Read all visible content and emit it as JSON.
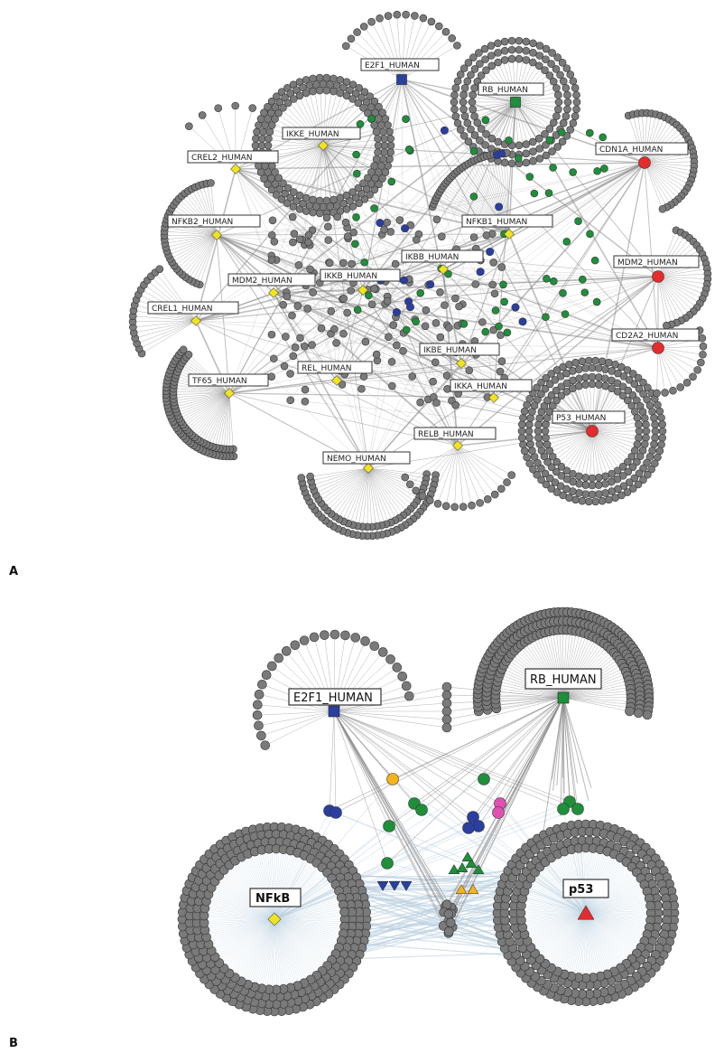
{
  "panel_a": {
    "letter": "A",
    "labels": {
      "e2f1": "E2F1_HUMAN",
      "rb": "RB_HUMAN",
      "ikke": "IKKE_HUMAN",
      "crel2": "CREL2_HUMAN",
      "cdn1a": "CDN1A_HUMAN",
      "nfkb2": "NFKB2_HUMAN",
      "nfkb1": "NFKB1_HUMAN",
      "ikbb": "IKBB_HUMAN",
      "mdm2_left": "MDM2_HUMAN",
      "ikkb": "IKKB_HUMAN",
      "mdm2_right": "MDM2_HUMAN",
      "crel1": "CREL1_HUMAN",
      "cd2a2": "CD2A2_HUMAN",
      "ikbe": "IKBE_HUMAN",
      "rel": "REL_HUMAN",
      "tf65": "TF65_HUMAN",
      "ikka": "IKKA_HUMAN",
      "p53": "P53_HUMAN",
      "relb": "RELB_HUMAN",
      "nemo": "NEMO_HUMAN"
    }
  },
  "panel_b": {
    "letter": "B",
    "labels": {
      "e2f1": "E2F1_HUMAN",
      "rb": "RB_HUMAN",
      "nfkb": "NFkB",
      "p53": "p53"
    }
  },
  "colors": {
    "node_gray": "#7a7a7a",
    "edge_gray": "#8a8a8a",
    "edge_blue": "#b9cfe0",
    "yellow": "#f2e41c",
    "red": "#e52b2b",
    "green": "#1f8f3a",
    "blue": "#2a3fa0",
    "orange": "#f4b41a",
    "pink": "#e050b0"
  }
}
